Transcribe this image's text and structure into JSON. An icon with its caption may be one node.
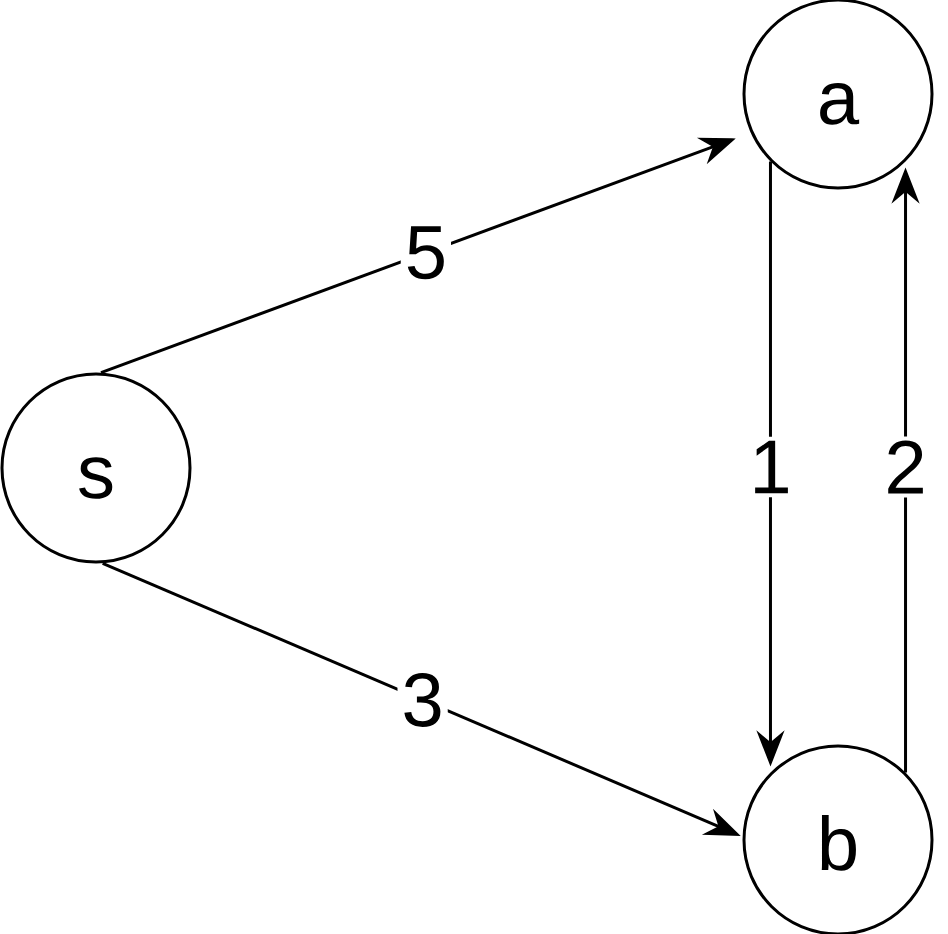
{
  "diagram": {
    "nodes": [
      {
        "text": [
          "s"
        ]
      },
      {
        "text": [
          "a"
        ]
      },
      {
        "text": [
          "b"
        ]
      }
    ],
    "edges": [
      {
        "from": 0,
        "to": 1,
        "arrow": "to",
        "label": "5"
      },
      {
        "from": 0,
        "to": 2,
        "arrow": "to",
        "label": "3"
      },
      {
        "from": 1,
        "to": 2,
        "arrow": "to",
        "label": "1"
      },
      {
        "from": 2,
        "to": 1,
        "arrow": "to",
        "label": "2"
      }
    ]
  }
}
